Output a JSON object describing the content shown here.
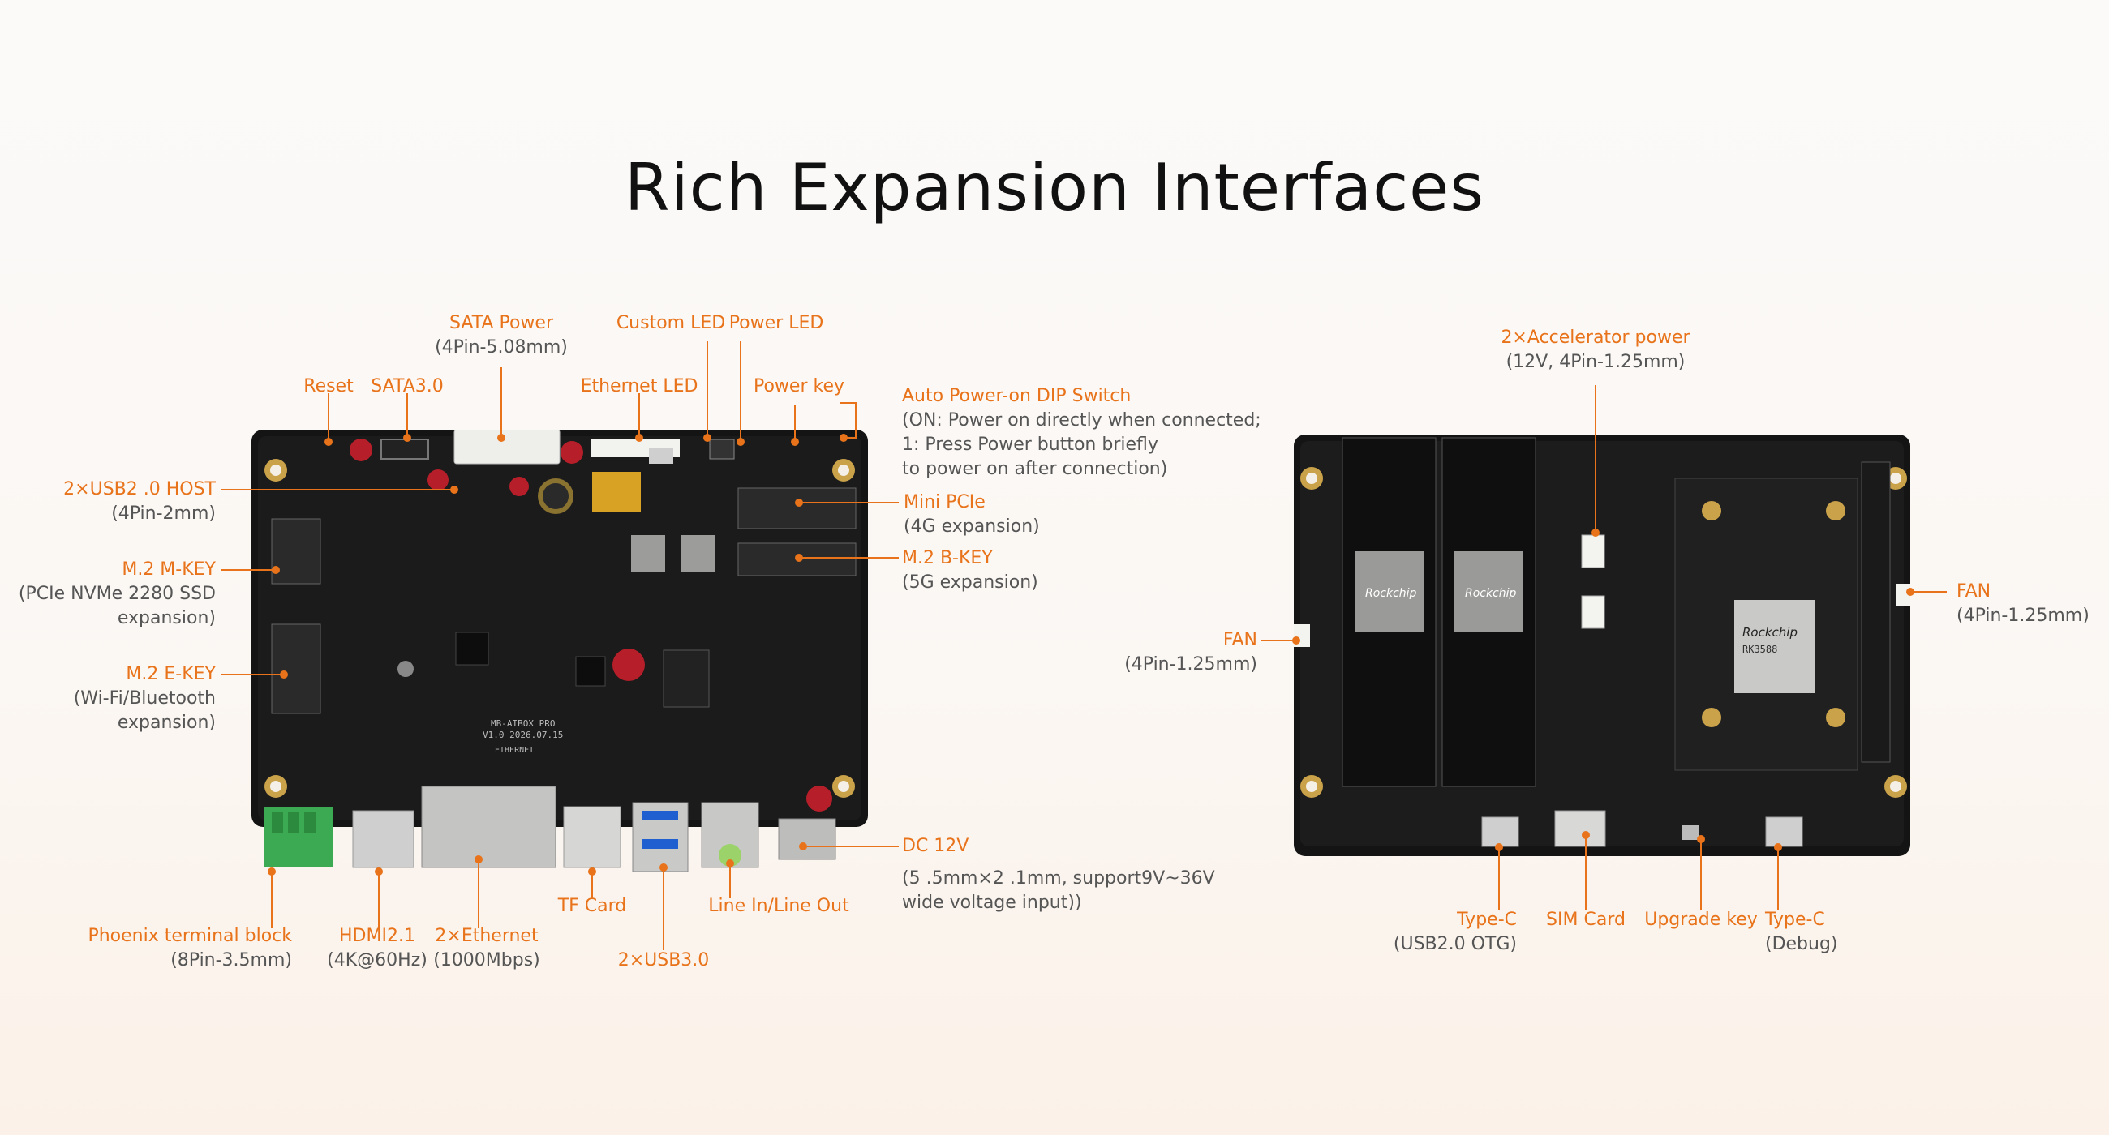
{
  "title": "Rich Expansion Interfaces",
  "colors": {
    "accent": "#e8731a",
    "text": "#555555",
    "title": "#111111",
    "pcb": "#141414"
  },
  "front": {
    "sata_power": {
      "name": "SATA Power",
      "sub": "(4Pin-5.08mm)"
    },
    "custom_led": {
      "name": "Custom LED"
    },
    "power_led": {
      "name": "Power LED"
    },
    "reset": {
      "name": "Reset"
    },
    "sata30": {
      "name": "SATA3.0"
    },
    "ethernet_led": {
      "name": "Ethernet LED"
    },
    "power_key": {
      "name": "Power key"
    },
    "auto_power": {
      "name": "Auto Power-on DIP Switch",
      "l1": "(ON: Power on directly when connected;",
      "l2": "1: Press Power button briefly",
      "l3": "to power on after connection)"
    },
    "usb2_host": {
      "name": "2×USB2 .0 HOST",
      "sub": "(4Pin-2mm)"
    },
    "m2_mkey": {
      "name": "M.2 M-KEY",
      "l1": "(PCIe NVMe 2280 SSD",
      "l2": "expansion)"
    },
    "m2_ekey": {
      "name": "M.2 E-KEY",
      "l1": "(Wi-Fi/Bluetooth",
      "l2": "expansion)"
    },
    "mini_pcie": {
      "name": "Mini PCIe",
      "sub": "(4G expansion)"
    },
    "m2_bkey": {
      "name": "M.2 B-KEY",
      "sub": "(5G expansion)"
    },
    "dc12v": {
      "name": "DC 12V",
      "l1": "(5 .5mm×2 .1mm, support9V~36V",
      "l2": "wide voltage input))"
    },
    "phoenix": {
      "name": "Phoenix terminal block",
      "sub": "(8Pin-3.5mm)"
    },
    "hdmi": {
      "name": "HDMI2.1",
      "sub": "(4K@60Hz)"
    },
    "ethernet": {
      "name": "2×Ethernet",
      "sub": "(1000Mbps)"
    },
    "tf_card": {
      "name": "TF Card"
    },
    "usb30": {
      "name": "2×USB3.0"
    },
    "line_io": {
      "name": "Line In/Line Out"
    },
    "silkscreen": {
      "model": "MB-AIBOX PRO",
      "ver": "V1.0 2026.07.15",
      "eth": "ETHERNET"
    }
  },
  "back": {
    "acc_power": {
      "name": "2×Accelerator power",
      "sub": "(12V, 4Pin-1.25mm)"
    },
    "fan_left": {
      "name": "FAN",
      "sub": "(4Pin-1.25mm)"
    },
    "fan_right": {
      "name": "FAN",
      "sub": "(4Pin-1.25mm)"
    },
    "typec_otg": {
      "name": "Type-C",
      "sub": "(USB2.0 OTG)"
    },
    "sim_card": {
      "name": "SIM Card"
    },
    "upgrade_key": {
      "name": "Upgrade key"
    },
    "typec_debug": {
      "name": "Type-C",
      "sub": "(Debug)"
    },
    "chip_brand": "Rockchip",
    "soc_model": "RK3588"
  }
}
